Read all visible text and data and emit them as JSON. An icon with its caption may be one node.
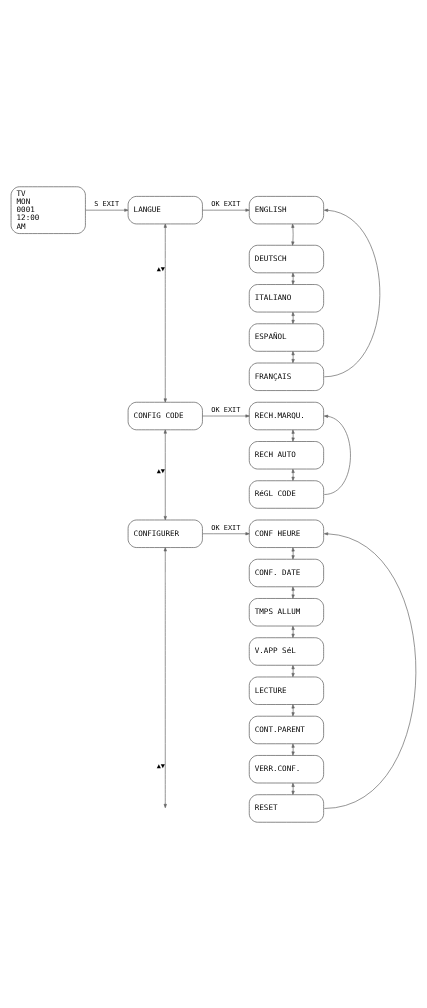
{
  "diagram": {
    "nodes": [
      {
        "text": [
          "TV",
          "MON",
          "0001",
          "12:00",
          "AM"
        ]
      },
      {
        "text": [
          "LANGUE"
        ]
      },
      {
        "text": [
          "CONFIG CODE"
        ]
      },
      {
        "text": [
          "CONFIGURER"
        ]
      },
      {
        "text": [
          "ENGLISH"
        ]
      },
      {
        "text": [
          "DEUTSCH"
        ]
      },
      {
        "text": [
          "ITALIANO"
        ]
      },
      {
        "text": [
          "ESPAÑOL"
        ]
      },
      {
        "text": [
          "FRANÇAIS"
        ]
      },
      {
        "text": [
          "RECH.MARQU."
        ]
      },
      {
        "text": [
          "RECH AUTO"
        ]
      },
      {
        "text": [
          "RéGL CODE"
        ]
      },
      {
        "text": [
          "CONF HEURE"
        ]
      },
      {
        "text": [
          "CONF. DATE"
        ]
      },
      {
        "text": [
          "TMPS ALLUM"
        ]
      },
      {
        "text": [
          "V.APP SéL"
        ]
      },
      {
        "text": [
          "LECTURE"
        ]
      },
      {
        "text": [
          "CONT.PARENT"
        ]
      },
      {
        "text": [
          "VERR.CONF."
        ]
      },
      {
        "text": [
          "RESET"
        ]
      }
    ],
    "edges": [
      {
        "from": 0,
        "to": 1,
        "arrow": "to",
        "label": "S EXIT"
      },
      {
        "from": 1,
        "to": 4,
        "arrow": "to",
        "label": "OK EXIT"
      },
      {
        "from": 2,
        "to": 9,
        "arrow": "to",
        "label": "OK EXIT"
      },
      {
        "from": 3,
        "to": 12,
        "arrow": "to",
        "label": "OK EXIT"
      },
      {
        "from": 1,
        "to": 2,
        "arrow": "both",
        "label": "▲▼"
      },
      {
        "from": 2,
        "to": 3,
        "arrow": "both",
        "label": "▲▼"
      },
      {
        "from": 3,
        "to": null,
        "arrow": "both",
        "label": "▲▼"
      },
      {
        "from": 4,
        "to": 5,
        "arrow": "both"
      },
      {
        "from": 5,
        "to": 6,
        "arrow": "both"
      },
      {
        "from": 6,
        "to": 7,
        "arrow": "both"
      },
      {
        "from": 7,
        "to": 8,
        "arrow": "both"
      },
      {
        "from": 8,
        "to": 4,
        "arrow": "to"
      },
      {
        "from": 9,
        "to": 10,
        "arrow": "both"
      },
      {
        "from": 10,
        "to": 11,
        "arrow": "both"
      },
      {
        "from": 11,
        "to": 9,
        "arrow": "to"
      },
      {
        "from": 12,
        "to": 13,
        "arrow": "both"
      },
      {
        "from": 13,
        "to": 14,
        "arrow": "both"
      },
      {
        "from": 14,
        "to": 15,
        "arrow": "both"
      },
      {
        "from": 15,
        "to": 16,
        "arrow": "both"
      },
      {
        "from": 16,
        "to": 17,
        "arrow": "both"
      },
      {
        "from": 17,
        "to": 18,
        "arrow": "both"
      },
      {
        "from": 18,
        "to": 19,
        "arrow": "both"
      },
      {
        "from": 19,
        "to": 12,
        "arrow": "to"
      }
    ]
  }
}
